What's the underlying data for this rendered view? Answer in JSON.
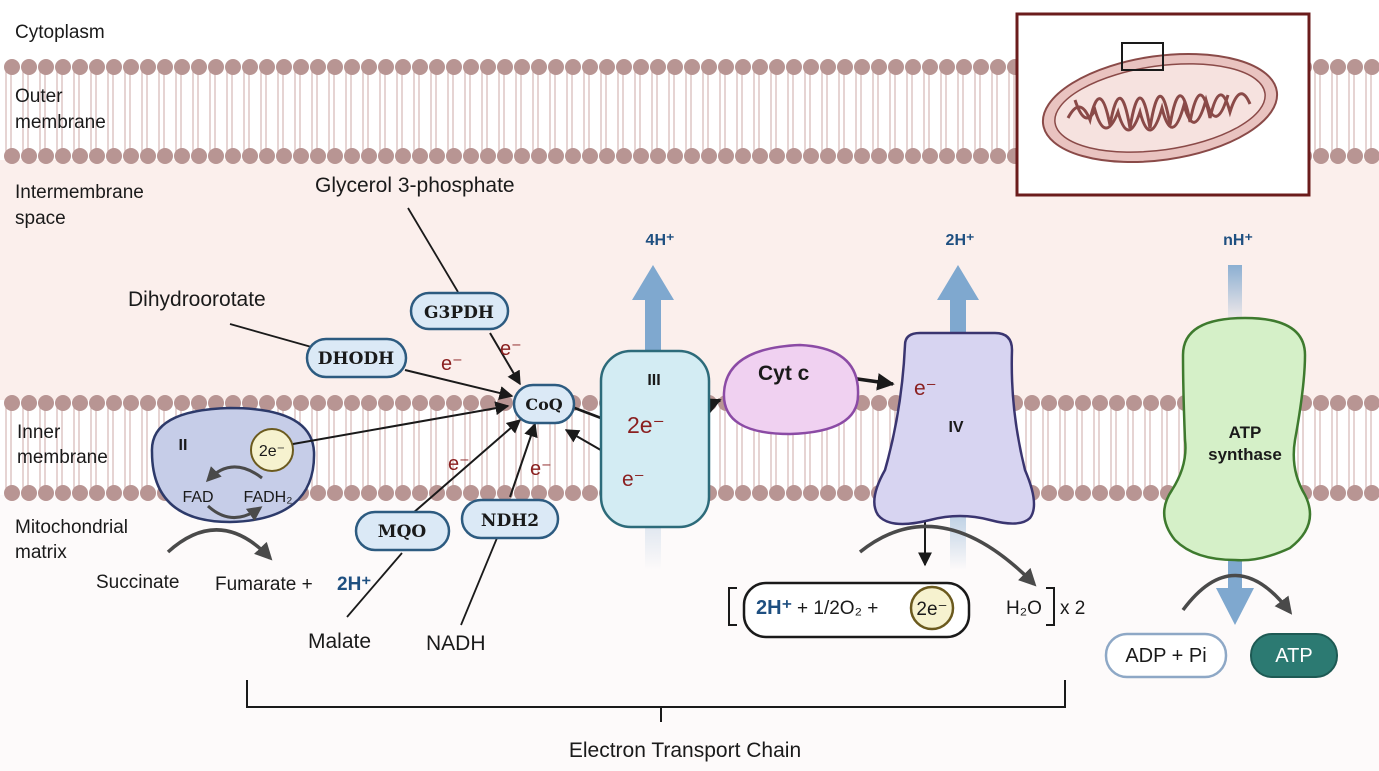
{
  "regions": {
    "cytoplasm": "Cytoplasm",
    "outer_membrane": [
      "Outer",
      "membrane"
    ],
    "intermembrane_space": [
      "Intermembrane",
      "space"
    ],
    "inner_membrane": [
      "Inner",
      "membrane"
    ],
    "matrix": [
      "Mitochondrial",
      "matrix"
    ]
  },
  "substrates": {
    "glycerol3p": "Glycerol 3-phosphate",
    "dihydroorotate": "Dihydroorotate",
    "succinate": "Succinate",
    "fumarate": "Fumarate +",
    "two_h_plus": "2H⁺",
    "malate": "Malate",
    "nadh": "NADH"
  },
  "enzymes": {
    "g3pdh": "G3PDH",
    "dhodh": "DHODH",
    "mqo": "MQO",
    "ndh2": "NDH2",
    "coq": "CoQ",
    "complex2": "II",
    "complex3": "III",
    "complex4": "IV",
    "cytc": "Cyt c",
    "atp_synthase": [
      "ATP",
      "synthase"
    ]
  },
  "complex2_parts": {
    "two_e": "2e⁻",
    "fad": "FAD",
    "fadh2": "FADH₂"
  },
  "electrons": {
    "e": "e⁻",
    "two_e": "2e⁻"
  },
  "protons": {
    "c3": "4H⁺",
    "c4": "2H⁺",
    "atp": "nH⁺"
  },
  "reaction": {
    "h": "2H⁺",
    "mid": "+ 1/2O₂ +",
    "e": "2e⁻",
    "water": "H₂O",
    "mult": "x 2"
  },
  "atp": {
    "adp": "ADP + Pi",
    "atp": "ATP"
  },
  "bracket_label": "Electron Transport Chain",
  "colors": {
    "lipid_head": "#b89593",
    "lipid_tail": "#d8b8b6",
    "ims": "#fbefec",
    "matrix": "#fdf8f7",
    "enzyme_fill": "#dbe9f6",
    "enzyme_stroke": "#2d5b80",
    "complex2_fill": "#c6cde8",
    "complex3_fill": "#d3ecf3",
    "complex4_fill": "#d7d4f1",
    "cytc_fill": "#f0d1f1",
    "atp_synthase_fill": "#d5f0c8",
    "atp_fill": "#2c7a72",
    "proton_arrow": "#7fa8cf",
    "electron": "#8a1f1f",
    "proton_text": "#1e4f80",
    "inset_frame": "#6b1c1c"
  }
}
